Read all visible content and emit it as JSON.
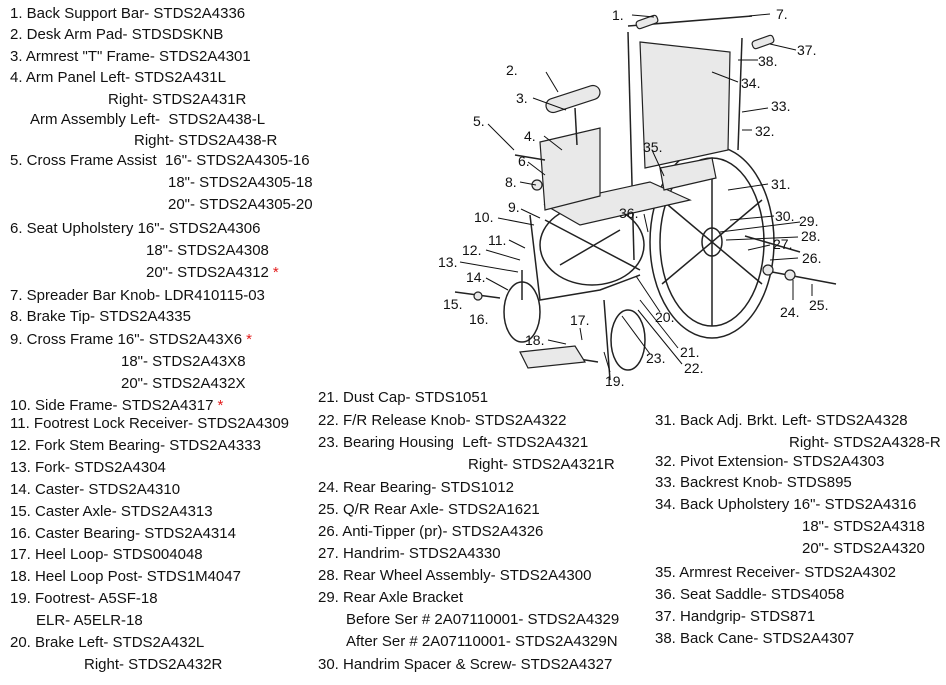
{
  "parts_list": [
    {
      "text": "1. Back Support Bar- STDS2A4336"
    },
    {
      "text": "2. Desk Arm Pad- STDSDSKNB"
    },
    {
      "text": "3. Armrest \"T\" Frame- STDS2A4301"
    },
    {
      "text": "4. Arm Panel Left- STDS2A431L"
    },
    {
      "text": "Right- STDS2A431R"
    },
    {
      "text": "Arm Assembly Left-  STDS2A438-L"
    },
    {
      "text": "Right- STDS2A438-R"
    },
    {
      "text": "5. Cross Frame Assist  16\"- STDS2A4305-16"
    },
    {
      "text": "18\"- STDS2A4305-18"
    },
    {
      "text": "20\"- STDS2A4305-20"
    },
    {
      "text": "6. Seat Upholstery 16\"- STDS2A4306"
    },
    {
      "text": "18\"- STDS2A4308"
    },
    {
      "text": "20\"- STDS2A4312",
      "star": "*"
    },
    {
      "text": "7. Spreader Bar Knob- LDR410115-03"
    },
    {
      "text": "8. Brake Tip- STDS2A4335"
    },
    {
      "text": "9. Cross Frame 16\"- STDS2A43X6",
      "star": "*"
    },
    {
      "text": "18\"- STDS2A43X8"
    },
    {
      "text": "20\"- STDS2A432X"
    },
    {
      "text": "10. Side Frame- STDS2A4317",
      "star": "*"
    },
    {
      "text": "11. Footrest Lock Receiver- STDS2A4309"
    },
    {
      "text": "12. Fork Stem Bearing- STDS2A4333"
    },
    {
      "text": "13. Fork- STDS2A4304"
    },
    {
      "text": "14. Caster- STDS2A4310"
    },
    {
      "text": "15. Caster Axle- STDS2A4313"
    },
    {
      "text": "16. Caster Bearing- STDS2A4314"
    },
    {
      "text": "17. Heel Loop- STDS004048"
    },
    {
      "text": "18. Heel Loop Post- STDS1M4047"
    },
    {
      "text": "19. Footrest- A5SF-18"
    },
    {
      "text": "ELR- A5ELR-18"
    },
    {
      "text": "20. Brake Left- STDS2A432L"
    },
    {
      "text": "Right- STDS2A432R"
    },
    {
      "text": "21. Dust Cap- STDS1051"
    },
    {
      "text": "22. F/R Release Knob- STDS2A4322"
    },
    {
      "text": "23. Bearing Housing  Left- STDS2A4321"
    },
    {
      "text": "Right- STDS2A4321R"
    },
    {
      "text": "24. Rear Bearing- STDS1012"
    },
    {
      "text": "25. Q/R Rear Axle- STDS2A1621"
    },
    {
      "text": "26. Anti-Tipper (pr)- STDS2A4326"
    },
    {
      "text": "27. Handrim- STDS2A4330"
    },
    {
      "text": "28. Rear Wheel Assembly- STDS2A4300"
    },
    {
      "text": "29. Rear Axle Bracket"
    },
    {
      "text": "Before Ser # 2A07110001- STDS2A4329"
    },
    {
      "text": "After Ser # 2A07110001- STDS2A4329N"
    },
    {
      "text": "30. Handrim Spacer & Screw- STDS2A4327"
    },
    {
      "text": "31. Back Adj. Brkt. Left- STDS2A4328"
    },
    {
      "text": "Right- STDS2A4328-R"
    },
    {
      "text": "32. Pivot Extension- STDS2A4303"
    },
    {
      "text": "33. Backrest Knob- STDS895"
    },
    {
      "text": "34. Back Upholstery 16\"- STDS2A4316"
    },
    {
      "text": "18\"- STDS2A4318"
    },
    {
      "text": "20\"- STDS2A4320"
    },
    {
      "text": "35. Armrest Receiver- STDS2A4302"
    },
    {
      "text": "36. Seat Saddle- STDS4058"
    },
    {
      "text": "37. Handgrip- STDS871"
    },
    {
      "text": "38. Back Cane- STDS2A4307"
    }
  ],
  "callouts": [
    "1.",
    "2.",
    "3.",
    "4.",
    "5.",
    "6.",
    "7.",
    "8.",
    "9.",
    "10.",
    "11.",
    "12.",
    "13.",
    "14.",
    "15.",
    "16.",
    "17.",
    "18.",
    "19.",
    "20.",
    "21.",
    "22.",
    "23.",
    "24.",
    "25.",
    "26.",
    "27.",
    "28.",
    "29.",
    "30.",
    "31.",
    "32.",
    "33.",
    "34.",
    "35.",
    "36.",
    "37.",
    "38."
  ],
  "colors": {
    "asterisk": "#e31b1b",
    "text": "#111111",
    "background": "#ffffff"
  }
}
